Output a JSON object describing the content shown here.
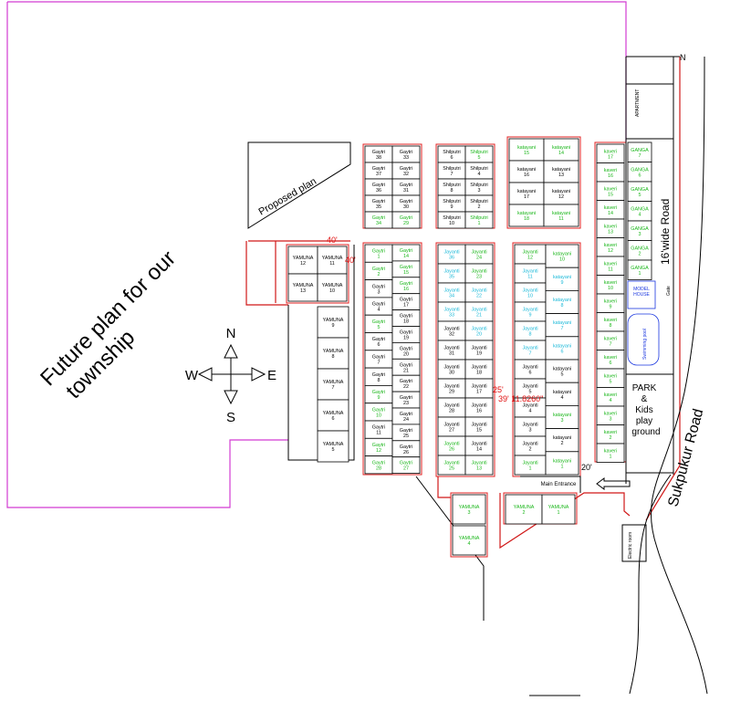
{
  "labels": {
    "future_plan_line1": "Future plan for our",
    "future_plan_line2": "township",
    "proposed_plan": "Proposed plan",
    "road_16": "16'wide Road",
    "sukpukur_road": "Sukpukur Road",
    "apartment": "APARTMENT",
    "gate": "Gate",
    "model_house_line1": "MODEL",
    "model_house_line2": "HOUSE",
    "swimming_pool": "Swimming pool",
    "park_line1": "PARK",
    "park_line2": "&",
    "park_line3": "Kids",
    "park_line4": "play",
    "park_line5": "ground",
    "main_entrance": "Main Entrance",
    "electric_room": "Electric room",
    "dim_40_top": "40'",
    "dim_40_side": "40'",
    "dim_25": "25'",
    "dim_center": "39' 11.8260\"",
    "dim_20": "20'",
    "road_break": "N"
  },
  "compass": {
    "n": "N",
    "s": "S",
    "e": "E",
    "w": "W"
  },
  "colors": {
    "boundary": "#d23bd2",
    "road_line": "#d01818",
    "green_text": "#19b619",
    "cyan_text": "#19b8d8",
    "blue_text": "#1a36e0",
    "red_text": "#e01010"
  },
  "plots": {
    "yamuna_tl": [
      {
        "n": "YAMUNA",
        "num": "12",
        "c": "k"
      },
      {
        "n": "YAMUNA",
        "num": "11",
        "c": "k"
      },
      {
        "n": "YAMUNA",
        "num": "13",
        "c": "k"
      },
      {
        "n": "YAMUNA",
        "num": "10",
        "c": "k"
      }
    ],
    "yamuna_col": [
      {
        "n": "YAMUNA",
        "num": "9",
        "c": "k"
      },
      {
        "n": "YAMUNA",
        "num": "8",
        "c": "k"
      },
      {
        "n": "YAMUNA",
        "num": "7",
        "c": "k"
      },
      {
        "n": "YAMUNA",
        "num": "6",
        "c": "k"
      },
      {
        "n": "YAMUNA",
        "num": "5",
        "c": "k"
      }
    ],
    "gaytri_top_left": [
      {
        "n": "Gaytri",
        "num": "38",
        "c": "k"
      },
      {
        "n": "Gaytri",
        "num": "37",
        "c": "k"
      },
      {
        "n": "Gaytri",
        "num": "36",
        "c": "k"
      },
      {
        "n": "Gaytri",
        "num": "35",
        "c": "k"
      },
      {
        "n": "Gaytri",
        "num": "34",
        "c": "g"
      }
    ],
    "gaytri_top_right": [
      {
        "n": "Gaytri",
        "num": "33",
        "c": "k"
      },
      {
        "n": "Gaytri",
        "num": "32",
        "c": "k"
      },
      {
        "n": "Gaytri",
        "num": "31",
        "c": "k"
      },
      {
        "n": "Gaytri",
        "num": "30",
        "c": "k"
      },
      {
        "n": "Gaytri",
        "num": "29",
        "c": "g"
      }
    ],
    "shilputri_left": [
      {
        "n": "Shilputri",
        "num": "6",
        "c": "k"
      },
      {
        "n": "Shilputri",
        "num": "7",
        "c": "k"
      },
      {
        "n": "Shilputri",
        "num": "8",
        "c": "k"
      },
      {
        "n": "Shilputri",
        "num": "9",
        "c": "k"
      },
      {
        "n": "Shilputri",
        "num": "10",
        "c": "k"
      }
    ],
    "shilputri_right": [
      {
        "n": "Shilputri",
        "num": "5",
        "c": "g"
      },
      {
        "n": "Shilputri",
        "num": "4",
        "c": "k"
      },
      {
        "n": "Shilputri",
        "num": "3",
        "c": "k"
      },
      {
        "n": "Shilputri",
        "num": "2",
        "c": "k"
      },
      {
        "n": "Shilputri",
        "num": "1",
        "c": "g"
      }
    ],
    "katayani_top_left": [
      {
        "n": "katayani",
        "num": "15",
        "c": "g"
      },
      {
        "n": "katayani",
        "num": "16",
        "c": "k"
      },
      {
        "n": "katayani",
        "num": "17",
        "c": "k"
      },
      {
        "n": "katayani",
        "num": "18",
        "c": "g"
      }
    ],
    "katayani_top_right": [
      {
        "n": "katayani",
        "num": "14",
        "c": "g"
      },
      {
        "n": "katayani",
        "num": "13",
        "c": "k"
      },
      {
        "n": "katayani",
        "num": "12",
        "c": "k"
      },
      {
        "n": "katayani",
        "num": "11",
        "c": "g"
      }
    ],
    "kaveri_col": [
      {
        "n": "kaveri",
        "num": "17",
        "c": "g"
      },
      {
        "n": "kaveri",
        "num": "16",
        "c": "g"
      },
      {
        "n": "kaveri",
        "num": "15",
        "c": "g"
      },
      {
        "n": "kaveri",
        "num": "14",
        "c": "g"
      },
      {
        "n": "kaveri",
        "num": "13",
        "c": "g"
      },
      {
        "n": "kaveri",
        "num": "12",
        "c": "g"
      },
      {
        "n": "kaveri",
        "num": "11",
        "c": "g"
      },
      {
        "n": "kaveri",
        "num": "10",
        "c": "g"
      },
      {
        "n": "kaveri",
        "num": "9",
        "c": "g"
      },
      {
        "n": "kaveri",
        "num": "8",
        "c": "g"
      },
      {
        "n": "kaveri",
        "num": "7",
        "c": "g"
      },
      {
        "n": "kaveri",
        "num": "6",
        "c": "g"
      },
      {
        "n": "kaveri",
        "num": "5",
        "c": "g"
      },
      {
        "n": "kaveri",
        "num": "4",
        "c": "g"
      },
      {
        "n": "kaveri",
        "num": "3",
        "c": "g"
      },
      {
        "n": "kaveri",
        "num": "2",
        "c": "g"
      },
      {
        "n": "kaveri",
        "num": "1",
        "c": "g"
      }
    ],
    "ganga_col": [
      {
        "n": "GANGA",
        "num": "7",
        "c": "g"
      },
      {
        "n": "GANGA",
        "num": "6",
        "c": "g"
      },
      {
        "n": "GANGA",
        "num": "5",
        "c": "g"
      },
      {
        "n": "GANGA",
        "num": "4",
        "c": "g"
      },
      {
        "n": "GANGA",
        "num": "3",
        "c": "g"
      },
      {
        "n": "GANGA",
        "num": "2",
        "c": "g"
      },
      {
        "n": "GANGA",
        "num": "1",
        "c": "g"
      }
    ],
    "gaytri_low_left": [
      {
        "n": "Gaytri",
        "num": "1",
        "c": "g"
      },
      {
        "n": "Gaytri",
        "num": "2",
        "c": "g"
      },
      {
        "n": "Gaytri",
        "num": "3",
        "c": "k"
      },
      {
        "n": "Gaytri",
        "num": "4",
        "c": "k"
      },
      {
        "n": "Gaytri",
        "num": "5",
        "c": "g"
      },
      {
        "n": "Gaytri",
        "num": "6",
        "c": "k"
      },
      {
        "n": "Gaytri",
        "num": "7",
        "c": "k"
      },
      {
        "n": "Gaytri",
        "num": "8",
        "c": "k"
      },
      {
        "n": "Gaytri",
        "num": "9",
        "c": "g"
      },
      {
        "n": "Gaytri",
        "num": "10",
        "c": "g"
      },
      {
        "n": "Gaytri",
        "num": "11",
        "c": "k"
      },
      {
        "n": "Gaytri",
        "num": "12",
        "c": "g"
      },
      {
        "n": "Gaytri",
        "num": "28",
        "c": "g"
      }
    ],
    "gaytri_low_right": [
      {
        "n": "Gaytri",
        "num": "14",
        "c": "g"
      },
      {
        "n": "Gaytri",
        "num": "15",
        "c": "g"
      },
      {
        "n": "Gaytri",
        "num": "16",
        "c": "g"
      },
      {
        "n": "Gaytri",
        "num": "17",
        "c": "k"
      },
      {
        "n": "Gaytri",
        "num": "18",
        "c": "k"
      },
      {
        "n": "Gaytri",
        "num": "19",
        "c": "k"
      },
      {
        "n": "Gaytri",
        "num": "20",
        "c": "k"
      },
      {
        "n": "Gaytri",
        "num": "21",
        "c": "k"
      },
      {
        "n": "Gaytri",
        "num": "22",
        "c": "k"
      },
      {
        "n": "Gaytri",
        "num": "23",
        "c": "k"
      },
      {
        "n": "Gaytri",
        "num": "24",
        "c": "k"
      },
      {
        "n": "Gaytri",
        "num": "25",
        "c": "k"
      },
      {
        "n": "Gaytri",
        "num": "26",
        "c": "k"
      },
      {
        "n": "Gaytri",
        "num": "27",
        "c": "g"
      }
    ],
    "jayanti_a_left": [
      {
        "n": "Jayanti",
        "num": "36",
        "c": "c"
      },
      {
        "n": "Jayanti",
        "num": "35",
        "c": "c"
      },
      {
        "n": "Jayanti",
        "num": "34",
        "c": "c"
      },
      {
        "n": "Jayanti",
        "num": "33",
        "c": "c"
      },
      {
        "n": "Jayanti",
        "num": "32",
        "c": "k"
      },
      {
        "n": "Jayanti",
        "num": "31",
        "c": "k"
      },
      {
        "n": "Jayanti",
        "num": "30",
        "c": "k"
      },
      {
        "n": "Jayanti",
        "num": "29",
        "c": "k"
      },
      {
        "n": "Jayanti",
        "num": "28",
        "c": "k"
      },
      {
        "n": "Jayanti",
        "num": "27",
        "c": "k"
      },
      {
        "n": "Jayanti",
        "num": "26",
        "c": "g"
      },
      {
        "n": "Jayanti",
        "num": "25",
        "c": "g"
      }
    ],
    "jayanti_a_right": [
      {
        "n": "Jayanti",
        "num": "24",
        "c": "g"
      },
      {
        "n": "Jayanti",
        "num": "23",
        "c": "g"
      },
      {
        "n": "Jayanti",
        "num": "22",
        "c": "c"
      },
      {
        "n": "Jayanti",
        "num": "21",
        "c": "c"
      },
      {
        "n": "Jayanti",
        "num": "20",
        "c": "c"
      },
      {
        "n": "Jayanti",
        "num": "19",
        "c": "k"
      },
      {
        "n": "Jayanti",
        "num": "18",
        "c": "k"
      },
      {
        "n": "Jayanti",
        "num": "17",
        "c": "k"
      },
      {
        "n": "Jayanti",
        "num": "16",
        "c": "k"
      },
      {
        "n": "Jayanti",
        "num": "15",
        "c": "k"
      },
      {
        "n": "Jayanti",
        "num": "14",
        "c": "k"
      },
      {
        "n": "Jayanti",
        "num": "13",
        "c": "g"
      }
    ],
    "jayanti_b_left": [
      {
        "n": "Jayanti",
        "num": "12",
        "c": "g"
      },
      {
        "n": "Jayanti",
        "num": "11",
        "c": "c"
      },
      {
        "n": "Jayanti",
        "num": "10",
        "c": "c"
      },
      {
        "n": "Jayanti",
        "num": "9",
        "c": "c"
      },
      {
        "n": "Jayanti",
        "num": "8",
        "c": "c"
      },
      {
        "n": "Jayanti",
        "num": "7",
        "c": "c"
      },
      {
        "n": "Jayanti",
        "num": "6",
        "c": "k"
      },
      {
        "n": "Jayanti",
        "num": "5",
        "c": "k"
      },
      {
        "n": "Jayanti",
        "num": "4",
        "c": "k"
      },
      {
        "n": "Jayanti",
        "num": "3",
        "c": "k"
      },
      {
        "n": "Jayanti",
        "num": "2",
        "c": "k"
      },
      {
        "n": "Jayanti",
        "num": "1",
        "c": "g"
      }
    ],
    "katayani_b_right": [
      {
        "n": "katayani",
        "num": "10",
        "c": "g"
      },
      {
        "n": "katayani",
        "num": "9",
        "c": "c"
      },
      {
        "n": "katayani",
        "num": "8",
        "c": "c"
      },
      {
        "n": "katayani",
        "num": "7",
        "c": "c"
      },
      {
        "n": "katayani",
        "num": "6",
        "c": "c"
      },
      {
        "n": "katayani",
        "num": "5",
        "c": "k"
      },
      {
        "n": "katayani",
        "num": "4",
        "c": "k"
      },
      {
        "n": "katayani",
        "num": "3",
        "c": "g"
      },
      {
        "n": "katayani",
        "num": "2",
        "c": "k"
      },
      {
        "n": "katayani",
        "num": "1",
        "c": "g"
      }
    ],
    "yamuna_bottom": [
      {
        "n": "YAMUNA",
        "num": "3",
        "c": "g"
      },
      {
        "n": "YAMUNA",
        "num": "2",
        "c": "g"
      },
      {
        "n": "YAMUNA",
        "num": "1",
        "c": "g"
      },
      {
        "n": "YAMUNA",
        "num": "4",
        "c": "g"
      }
    ]
  }
}
